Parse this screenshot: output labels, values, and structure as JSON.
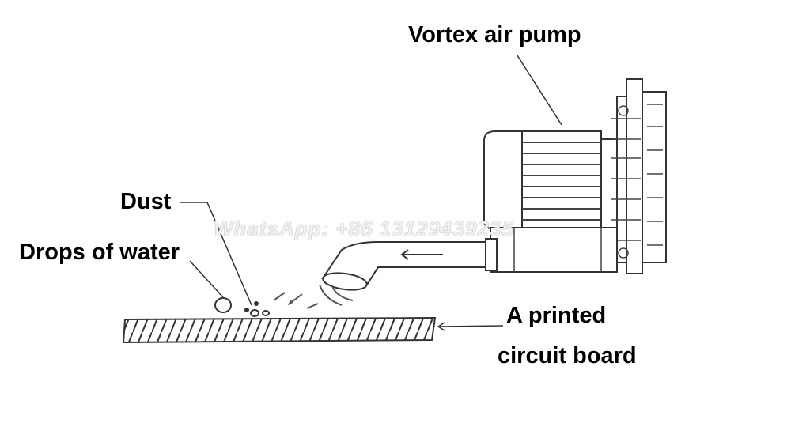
{
  "labels": {
    "pump": "Vortex air pump",
    "dust": "Dust",
    "water": "Drops of water",
    "pcb_line1": "A printed",
    "pcb_line2": "circuit board"
  },
  "watermark": "WhatsApp: +86 13129439235",
  "colors": {
    "line": "#333333",
    "background": "#ffffff"
  }
}
